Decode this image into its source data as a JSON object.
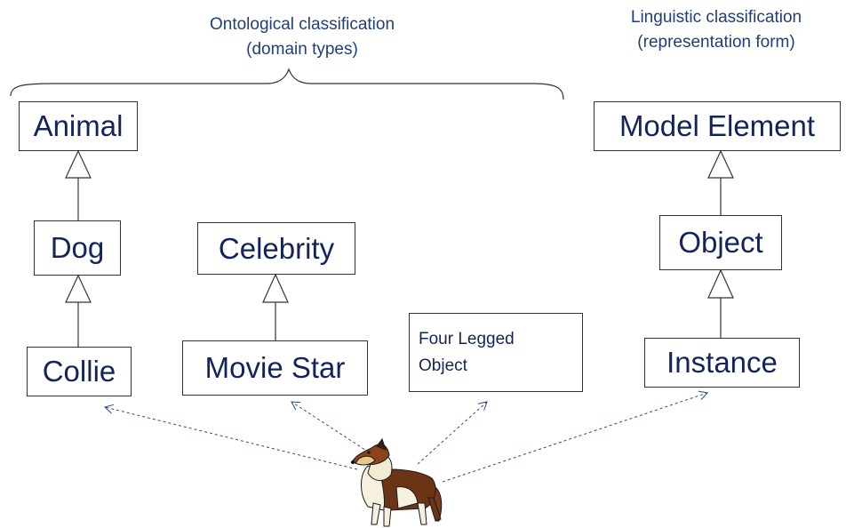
{
  "captions": {
    "ontological": [
      "Ontological classification",
      "(domain types)"
    ],
    "linguistic": [
      "Linguistic classification",
      "(representation form)"
    ]
  },
  "boxes": {
    "animal": "Animal",
    "dog": "Dog",
    "collie": "Collie",
    "celebrity": "Celebrity",
    "movie_star": "Movie Star",
    "four_legged": [
      "Four Legged",
      "Object"
    ],
    "model_element": "Model Element",
    "object": "Object",
    "instance": "Instance"
  },
  "colors": {
    "text": "#13245a",
    "caption": "#1f3f7a",
    "line": "#333333",
    "dashed_link": "#2b4a8a"
  },
  "icons": {
    "instance_picture": "collie-dog-icon"
  }
}
